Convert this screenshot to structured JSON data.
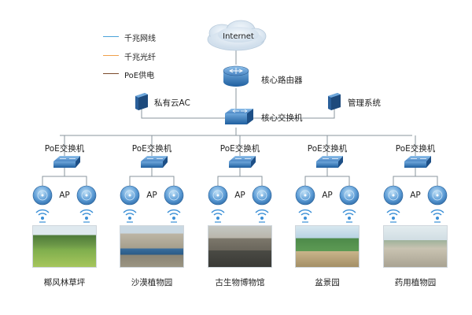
{
  "legend": [
    {
      "label": "千兆网线",
      "color": "#4aa3d9"
    },
    {
      "label": "千兆光纤",
      "color": "#f0a04a"
    },
    {
      "label": "PoE供电",
      "color": "#7a4a2a"
    }
  ],
  "internet_label": "Internet",
  "core_router_label": "核心路由器",
  "core_switch_label": "核心交换机",
  "private_cloud_label": "私有云AC",
  "management_label": "管理系统",
  "branches": [
    {
      "switch_label": "PoE交换机",
      "ap_label": "AP",
      "site_label": "椰风林草坪"
    },
    {
      "switch_label": "PoE交换机",
      "ap_label": "AP",
      "site_label": "沙漠植物园"
    },
    {
      "switch_label": "PoE交换机",
      "ap_label": "AP",
      "site_label": "古生物博物馆"
    },
    {
      "switch_label": "PoE交换机",
      "ap_label": "AP",
      "site_label": "盆景园"
    },
    {
      "switch_label": "PoE交换机",
      "ap_label": "AP",
      "site_label": "药用植物园"
    }
  ],
  "colors": {
    "device_blue": "#2f6fb5",
    "cloud": "#d7e4f0",
    "line_gray": "#8a949c"
  }
}
